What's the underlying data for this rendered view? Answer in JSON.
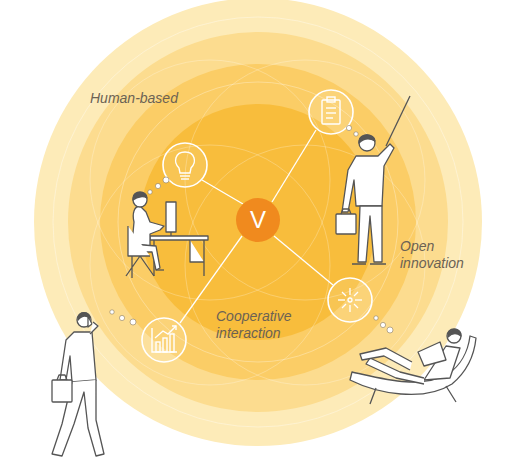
{
  "diagram": {
    "nodes": [
      {
        "text": [
          "V"
        ]
      }
    ],
    "labels": [
      "Human-based",
      "Open innovation",
      "Cooperative interaction"
    ]
  }
}
